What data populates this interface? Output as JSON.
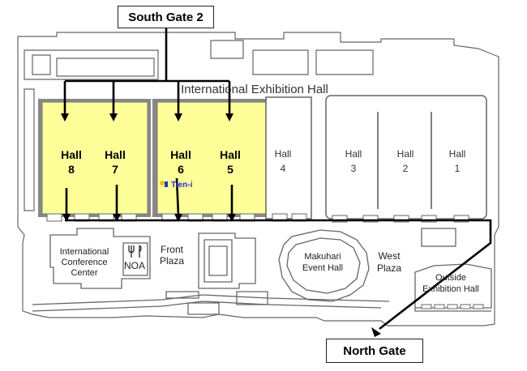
{
  "gates": {
    "south_gate_2": "South Gate 2",
    "north_gate": "North Gate"
  },
  "building_title": "International Exhibition Hall",
  "halls": [
    {
      "name": "Hall",
      "number": "8",
      "highlighted": true
    },
    {
      "name": "Hall",
      "number": "7",
      "highlighted": true
    },
    {
      "name": "Hall",
      "number": "6",
      "highlighted": true
    },
    {
      "name": "Hall",
      "number": "5",
      "highlighted": true
    },
    {
      "name": "Hall",
      "number": "4",
      "highlighted": false
    },
    {
      "name": "Hall",
      "number": "3",
      "highlighted": false
    },
    {
      "name": "Hall",
      "number": "2",
      "highlighted": false
    },
    {
      "name": "Hall",
      "number": "1",
      "highlighted": false
    }
  ],
  "booth_logo": {
    "icon": "tien-i-logo",
    "text": "Tien-i"
  },
  "areas": {
    "conference_line1": "International",
    "conference_line2": "Conference",
    "conference_line3": "Center",
    "noa": "NOA",
    "front_plaza_line1": "Front",
    "front_plaza_line2": "Plaza",
    "event_hall_line1": "Makuhari",
    "event_hall_line2": "Event Hall",
    "west_plaza_line1": "West",
    "west_plaza_line2": "Plaza",
    "outside_hall_line1": "Outside",
    "outside_hall_line2": "Exhibition Hall"
  },
  "colors": {
    "highlight": "#ffff99",
    "route": "#000000",
    "outline": "#555555",
    "logo_blue": "#2233cc",
    "logo_yellow": "#f2c200"
  }
}
